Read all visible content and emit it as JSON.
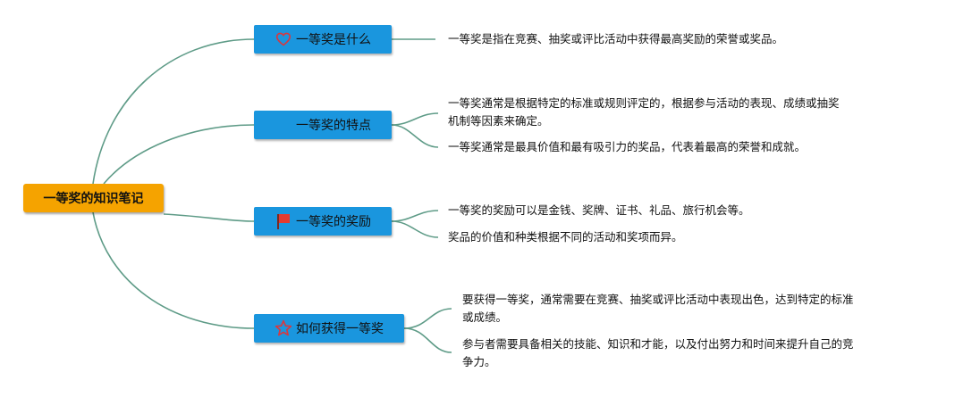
{
  "root": {
    "label": "一等奖的知识笔记"
  },
  "branches": [
    {
      "label": "一等奖是什么",
      "icon": "heart-icon",
      "details": [
        "一等奖是指在竞赛、抽奖或评比活动中获得最高奖励的荣誉或奖品。"
      ]
    },
    {
      "label": "一等奖的特点",
      "icon": "",
      "details": [
        [
          "一等奖通常是根据特定的标准或规则评定的，根据参与活动的表现、成绩或抽奖",
          "机制等因素来确定。"
        ],
        "一等奖通常是最具价值和最有吸引力的奖品，代表着最高的荣誉和成就。"
      ]
    },
    {
      "label": "一等奖的奖励",
      "icon": "red-flag-icon",
      "details": [
        "一等奖的奖励可以是金钱、奖牌、证书、礼品、旅行机会等。",
        "奖品的价值和种类根据不同的活动和奖项而异。"
      ]
    },
    {
      "label": "如何获得一等奖",
      "icon": "star-outline-icon",
      "details": [
        [
          "要获得一等奖，通常需要在竞赛、抽奖或评比活动中表现出色，达到特定的标准",
          "或成绩。"
        ],
        [
          "参与者需要具备相关的技能、知识和才能，以及付出努力和时间来提升自己的竞",
          "争力。"
        ]
      ]
    }
  ],
  "colors": {
    "root_fill": "#f5a300",
    "branch_fill": "#1a96de",
    "connector": "#5e9b87",
    "heart": "#d8383f",
    "flag": "#e53a2e",
    "star": "#d8383f"
  }
}
